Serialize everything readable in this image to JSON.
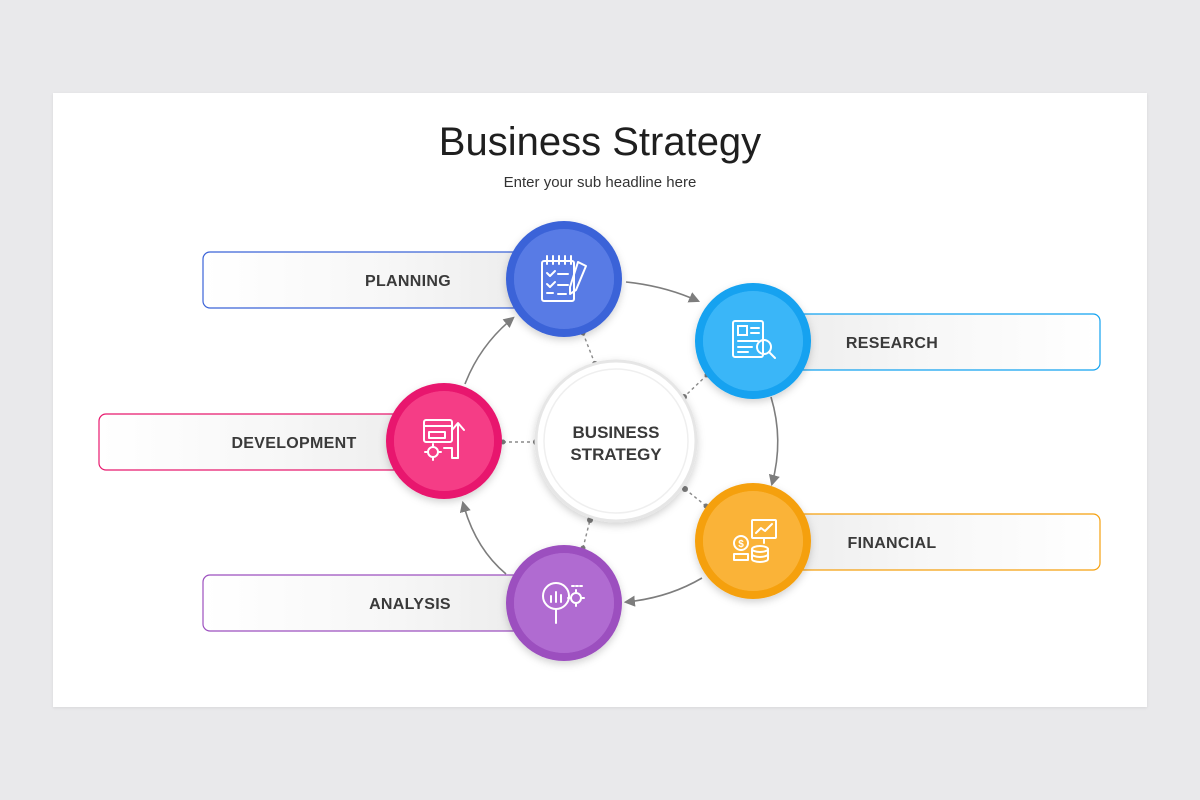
{
  "title": "Business Strategy",
  "subtitle": "Enter your sub headline here",
  "center": {
    "line1": "BUSINESS",
    "line2": "STRATEGY"
  },
  "stages": [
    {
      "key": "planning",
      "label": "PLANNING",
      "icon": "checklist-pen-icon",
      "color": "#3b63d8",
      "color_light": "#6f8ff0"
    },
    {
      "key": "research",
      "label": "RESEARCH",
      "icon": "document-magnifier-icon",
      "color": "#12a2f0",
      "color_light": "#5cc6ff"
    },
    {
      "key": "financial",
      "label": "FINANCIAL",
      "icon": "coins-chart-icon",
      "color": "#f5a00f",
      "color_light": "#ffc45a"
    },
    {
      "key": "analysis",
      "label": "ANALYSIS",
      "icon": "data-analysis-icon",
      "color": "#9c4fbf",
      "color_light": "#c281e0"
    },
    {
      "key": "development",
      "label": "DEVELOPMENT",
      "icon": "development-gear-icon",
      "color": "#e8196e",
      "color_light": "#ff5c9a"
    }
  ]
}
